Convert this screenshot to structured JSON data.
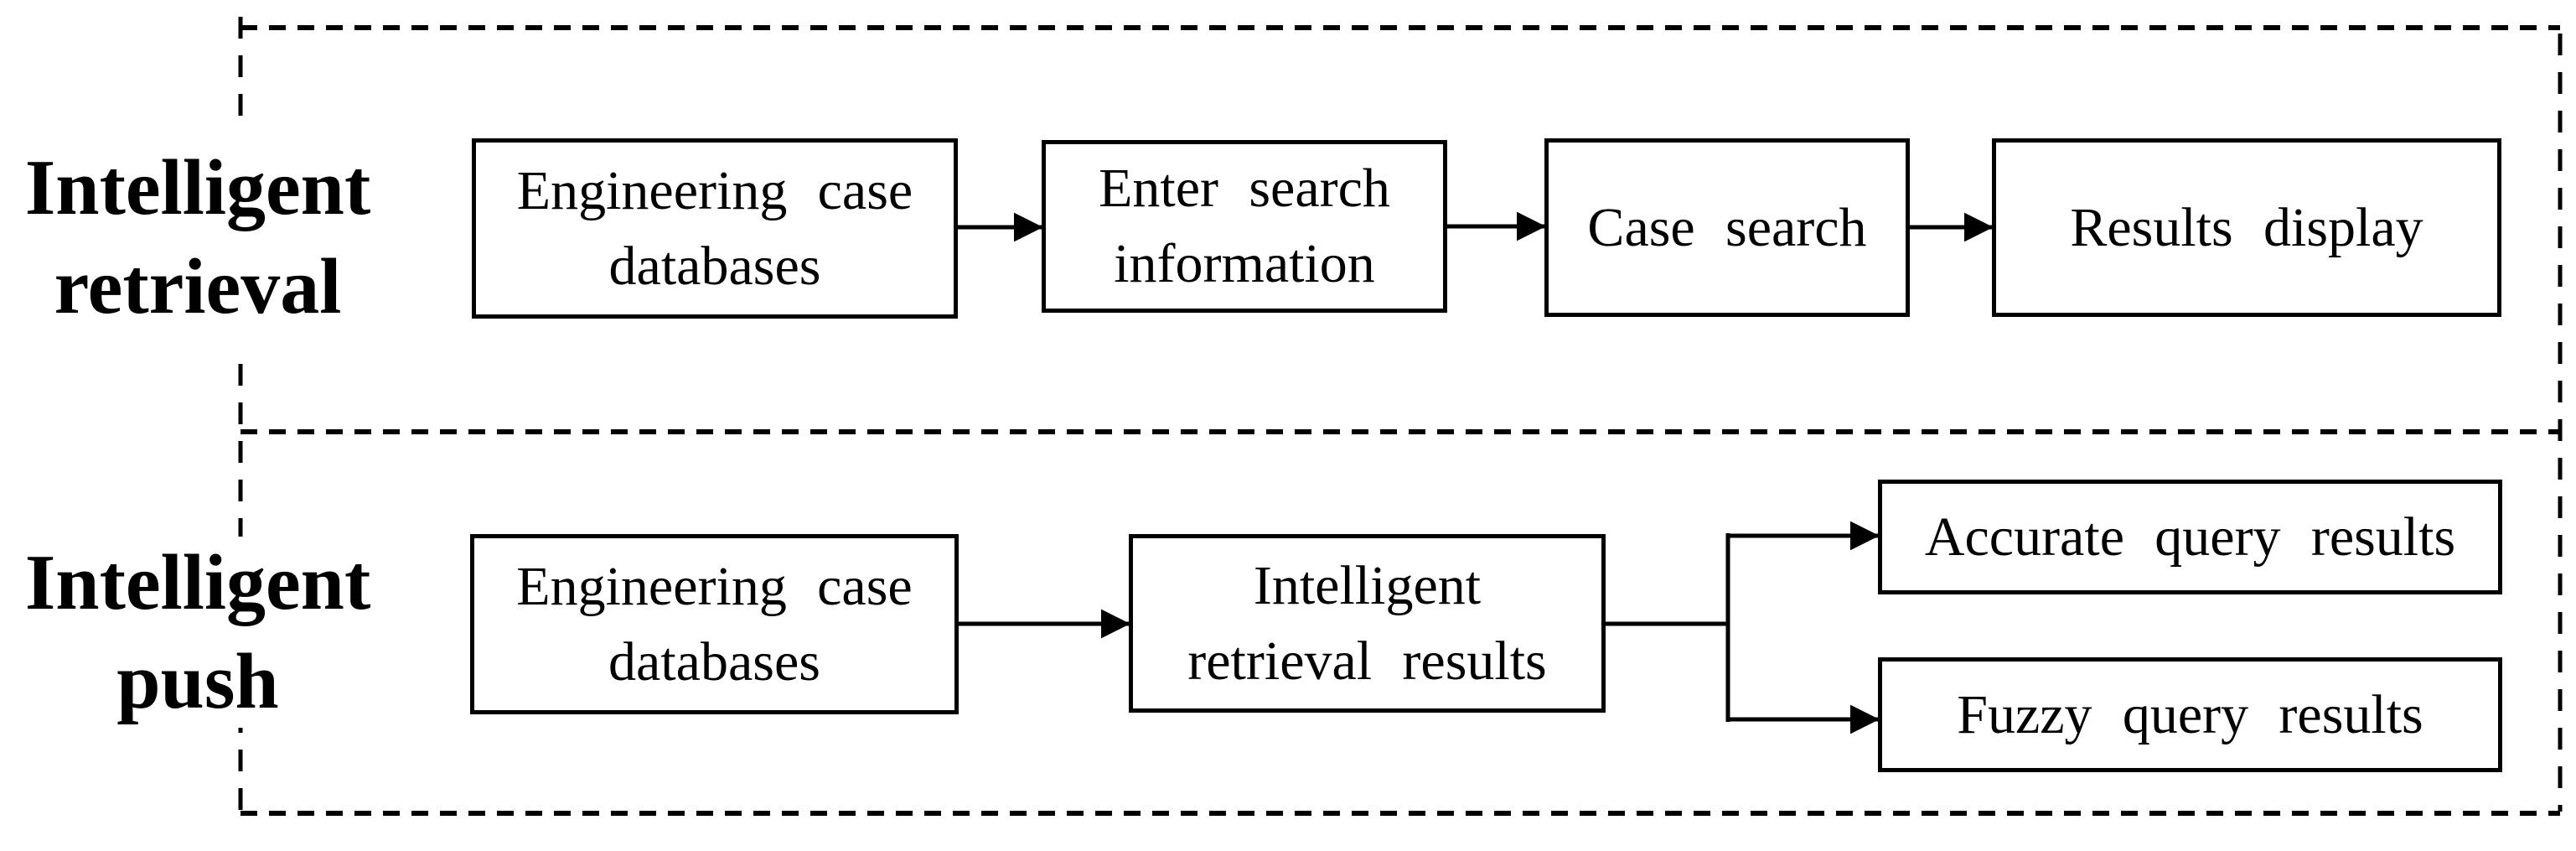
{
  "figure": {
    "type": "flow-diagram",
    "background_color": "#ffffff",
    "line_color": "#000000",
    "text_color": "#000000",
    "sections": [
      {
        "name": "Intelligent retrieval",
        "label_lines": [
          "Intelligent",
          "retrieval"
        ],
        "boxes": [
          {
            "lines": [
              "Engineering case",
              "databases"
            ]
          },
          {
            "lines": [
              "Enter search",
              "information"
            ]
          },
          {
            "lines": [
              "Case search"
            ]
          },
          {
            "lines": [
              "Results display"
            ]
          }
        ]
      },
      {
        "name": "Intelligent push",
        "label_lines": [
          "Intelligent",
          "push"
        ],
        "boxes": [
          {
            "lines": [
              "Engineering case",
              "databases"
            ]
          },
          {
            "lines": [
              "Intelligent",
              "retrieval results"
            ]
          },
          {
            "lines": [
              "Accurate query results"
            ]
          },
          {
            "lines": [
              "Fuzzy query results"
            ]
          }
        ]
      }
    ]
  }
}
